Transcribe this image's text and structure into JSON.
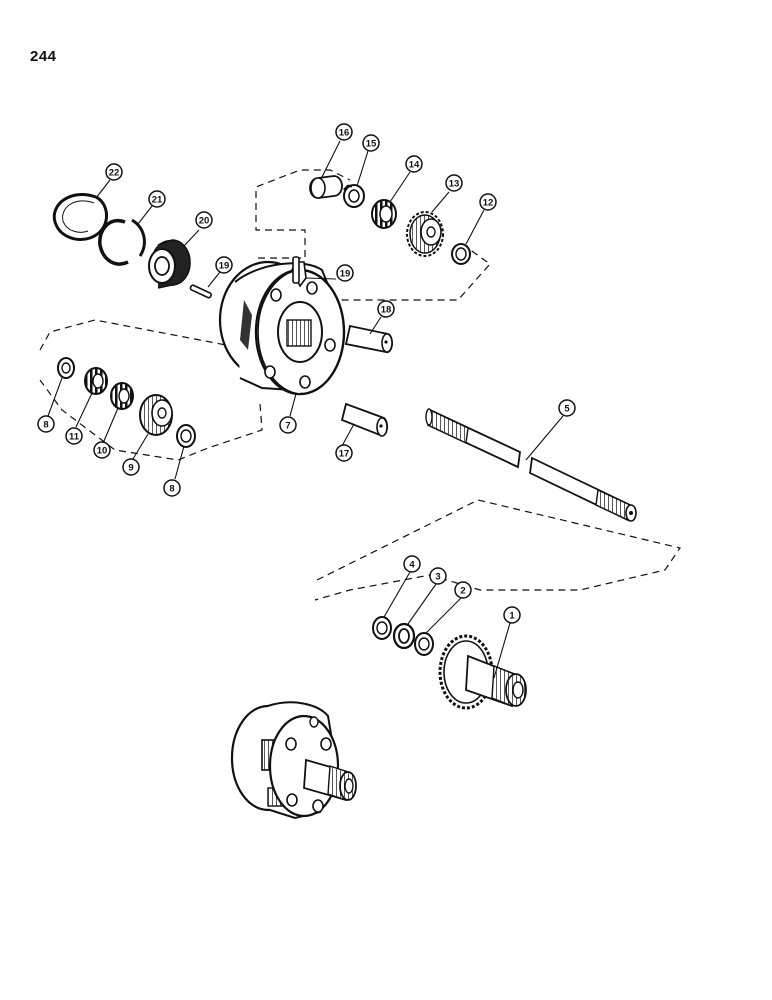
{
  "page": {
    "number": "244"
  },
  "callouts": [
    {
      "id": "c1",
      "label": "1"
    },
    {
      "id": "c2",
      "label": "2"
    },
    {
      "id": "c3",
      "label": "3"
    },
    {
      "id": "c4",
      "label": "4"
    },
    {
      "id": "c5",
      "label": "5"
    },
    {
      "id": "c7",
      "label": "7"
    },
    {
      "id": "c8a",
      "label": "8"
    },
    {
      "id": "c8b",
      "label": "8"
    },
    {
      "id": "c9",
      "label": "9"
    },
    {
      "id": "c10",
      "label": "10"
    },
    {
      "id": "c11",
      "label": "11"
    },
    {
      "id": "c12",
      "label": "12"
    },
    {
      "id": "c13",
      "label": "13"
    },
    {
      "id": "c14",
      "label": "14"
    },
    {
      "id": "c15",
      "label": "15"
    },
    {
      "id": "c16",
      "label": "16"
    },
    {
      "id": "c17",
      "label": "17"
    },
    {
      "id": "c18",
      "label": "18"
    },
    {
      "id": "c19a",
      "label": "19"
    },
    {
      "id": "c19b",
      "label": "19"
    },
    {
      "id": "c20",
      "label": "20"
    },
    {
      "id": "c21",
      "label": "21"
    },
    {
      "id": "c22",
      "label": "22"
    }
  ],
  "colors": {
    "ink": "#111111",
    "paper": "#ffffff",
    "shade": "#2a2a2a"
  }
}
